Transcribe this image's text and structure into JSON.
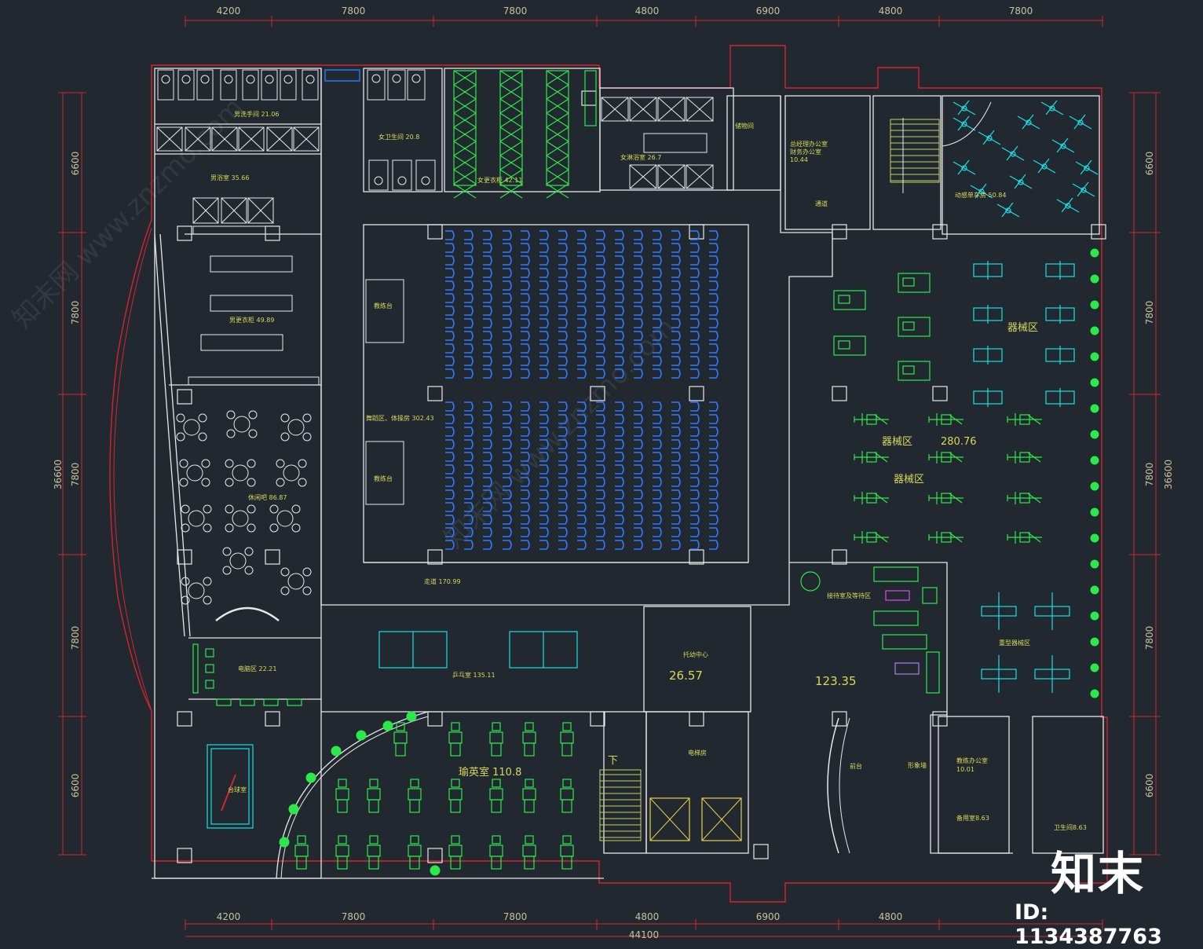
{
  "dimensions": {
    "top": [
      "4200",
      "7800",
      "7800",
      "4800",
      "6900",
      "4800",
      "7800"
    ],
    "bottom": [
      "4200",
      "7800",
      "7800",
      "4800",
      "6900",
      "4800",
      "44100"
    ],
    "left": [
      "6600",
      "7800",
      "7800",
      "7800",
      "6600",
      "36600"
    ],
    "right": [
      "6600",
      "7800",
      "7800",
      "7800",
      "6600",
      "36600"
    ]
  },
  "rooms": {
    "men_wash": "男洗手间  21.06",
    "men_shower": "男浴室  35.66",
    "men_locker": "男更衣柜  49.89",
    "lounge": "休闲吧  86.87",
    "computer": "电脑区  22.21",
    "billiards": "台球室",
    "women_wc": "女卫生间  20.8",
    "women_locker": "女更衣柜  42.11",
    "women_shower": "女淋浴室  26.7",
    "storage": "储物间",
    "gm_office": "总经理办公室",
    "finance": "财务办公室",
    "office_area": "10.44",
    "corridor_n": "通道",
    "spin_room": "动感单车房  50.84",
    "aerobics": "舞蹈区、体操房  302.43",
    "coach_desk1": "教练台",
    "coach_desk2": "教练台",
    "walkway": "走道  170.99",
    "pingpong": "乒乓室  135.11",
    "childcare": "托幼中心",
    "childcare_area": "26.57",
    "yoga": "瑜英室  110.8",
    "equipment1": "器械区",
    "equipment2": "器械区",
    "equipment_area": "280.76",
    "equipment3": "器械区",
    "reception": "接待室及等待区",
    "heavy_equipment": "重型器械区",
    "lobby_area": "123.35",
    "front_desk": "前台",
    "image_wall": "形象墙",
    "elevator": "电梯房",
    "down": "下",
    "coach_office": "教练办公室",
    "coach_office_area": "10.01",
    "spare": "备用室8.63",
    "wc": "卫生间8.63"
  },
  "watermark": {
    "text1": "知末网 www.znzmo.com",
    "text2": "知末网 www.znzmo.com"
  },
  "brand": {
    "logo_text": "知末",
    "id": "ID: 1134387763"
  }
}
